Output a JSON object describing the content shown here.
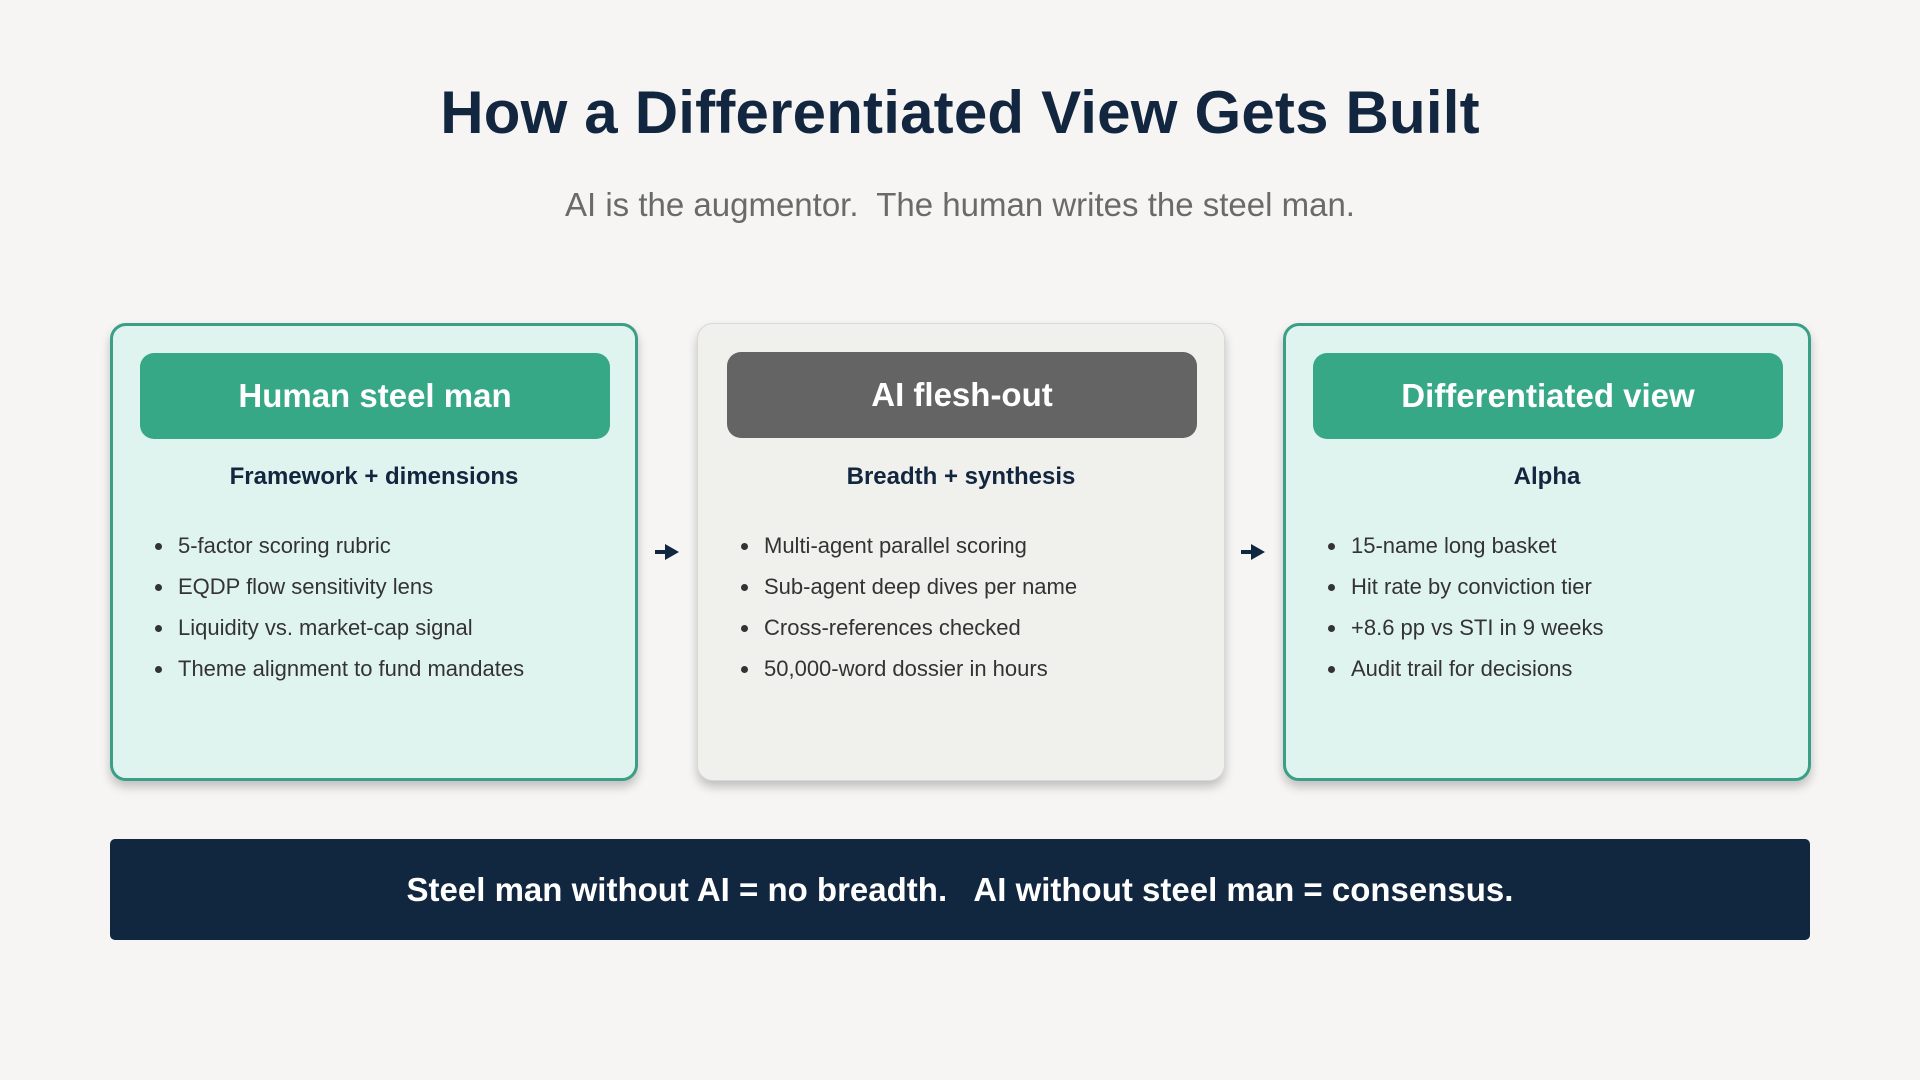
{
  "title": "How a Differentiated View Gets Built",
  "subtitle": "AI is the augmentor.  The human writes the steel man.",
  "cards": [
    {
      "header": "Human steel man",
      "subheading": "Framework + dimensions",
      "items": [
        "5-factor scoring rubric",
        "EQDP flow sensitivity lens",
        "Liquidity vs. market-cap signal",
        "Theme alignment to fund mandates"
      ]
    },
    {
      "header": "AI flesh-out",
      "subheading": "Breadth + synthesis",
      "items": [
        "Multi-agent parallel scoring",
        "Sub-agent deep dives per name",
        "Cross-references checked",
        "50,000-word dossier in hours"
      ]
    },
    {
      "header": "Differentiated view",
      "subheading": "Alpha",
      "items": [
        "15-name long basket",
        "Hit rate by conviction tier",
        "+8.6 pp vs STI in 9 weeks",
        "Audit trail for decisions"
      ]
    }
  ],
  "banner": "Steel man without AI = no breadth.   AI without steel man = consensus.",
  "colors": {
    "navy": "#11263f",
    "teal": "#37a886",
    "teal_border": "#3a9f86",
    "teal_bg": "#e0f4ef",
    "grey_header": "#646464",
    "grey_bg": "#f0f0ed",
    "page_bg": "#f6f5f4"
  },
  "icons": [
    "arrow-right-icon",
    "bullet-icon"
  ]
}
